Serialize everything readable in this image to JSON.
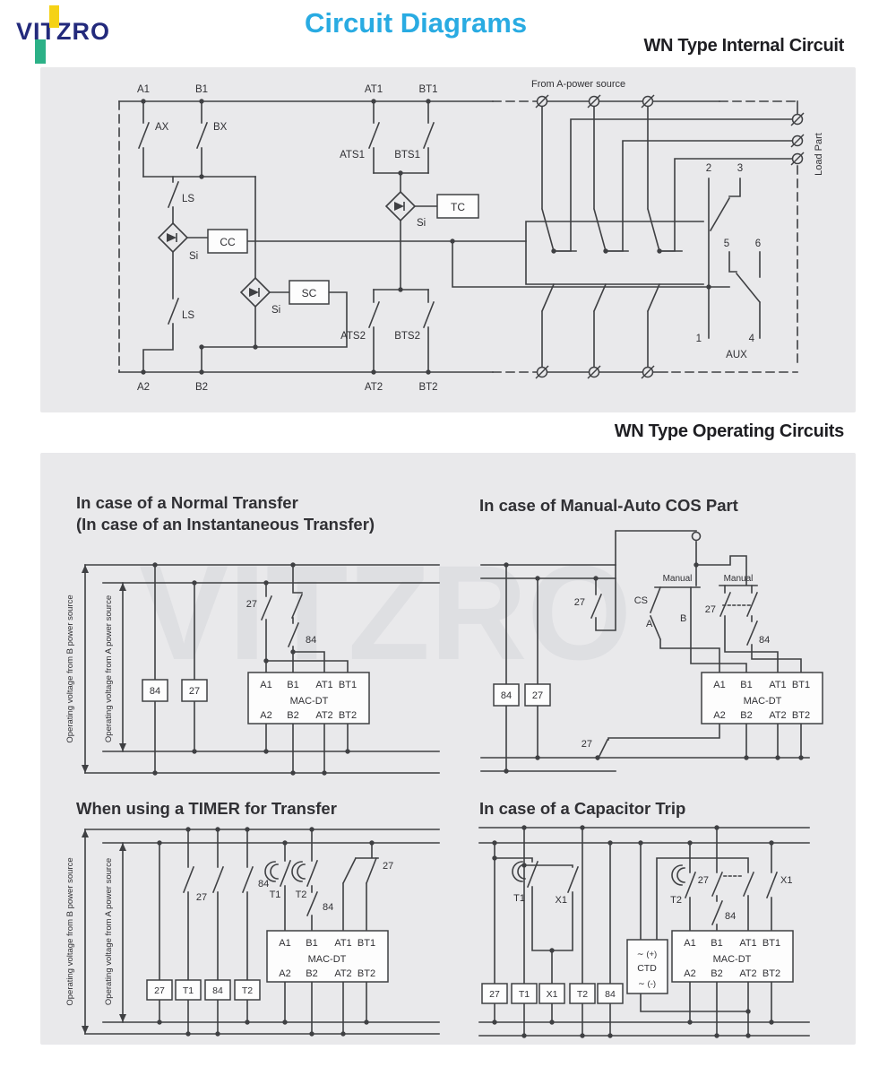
{
  "header": {
    "logo_text": "VITZRO",
    "page_title": "Circuit Diagrams",
    "internal_heading": "WN Type Internal Circuit",
    "operating_heading": "WN Type Operating Circuits"
  },
  "colors": {
    "accent_cyan": "#29abe2",
    "logo_navy": "#232a7c",
    "logo_yellow": "#f5d216",
    "logo_green": "#2cb187",
    "panel_gray": "#e9e9eb",
    "wire_dark": "#3f4043"
  },
  "internal": {
    "terminals_top": {
      "a1": "A1",
      "b1": "B1",
      "at1": "AT1",
      "bt1": "BT1"
    },
    "terminals_bottom": {
      "a2": "A2",
      "b2": "B2",
      "at2": "AT2",
      "bt2": "BT2"
    },
    "contacts": {
      "ax": "AX",
      "bx": "BX",
      "ls_upper": "LS",
      "ls_lower": "LS",
      "ats1": "ATS1",
      "bts1": "BTS1",
      "ats2": "ATS2",
      "bts2": "BTS2"
    },
    "boxes": {
      "cc": "CC",
      "sc": "SC",
      "tc": "TC"
    },
    "si": "Si",
    "from_a_label": "From A-power source",
    "load_part_label": "Load Part",
    "aux_label": "AUX",
    "aux_pins": {
      "p1": "1",
      "p2": "2",
      "p3": "3",
      "p4": "4",
      "p5": "5",
      "p6": "6"
    }
  },
  "macdt": {
    "name": "MAC-DT",
    "pins_top": [
      "A1",
      "B1",
      "AT1",
      "BT1"
    ],
    "pins_bottom": [
      "A2",
      "B2",
      "AT2",
      "BT2"
    ]
  },
  "oc": {
    "normal": {
      "title1": "In case of a Normal Transfer",
      "title2": "(In case of an Instantaneous Transfer)",
      "src_b": "Operating voltage from B power source",
      "src_a": "Operating voltage from A power source",
      "labels": {
        "c27": "27",
        "c84": "84",
        "box84": "84",
        "box27": "27"
      }
    },
    "manual": {
      "title": "In case of Manual-Auto COS Part",
      "labels": {
        "c27": "27",
        "cs": "CS",
        "a": "A",
        "b": "B",
        "manual1": "Manual",
        "manual2": "Manual",
        "m27": "27",
        "m84": "84",
        "box84": "84",
        "box27": "27",
        "b27": "27"
      }
    },
    "timer": {
      "title": "When using a TIMER for Transfer",
      "src_b": "Operating voltage from B power source",
      "src_a": "Operating voltage from A power source",
      "labels": {
        "c27": "27",
        "c84a": "84",
        "t1": "T1",
        "t2": "T2",
        "c84b": "84",
        "c27r": "27",
        "box27": "27",
        "boxT1": "T1",
        "box84": "84",
        "boxT2": "T2"
      }
    },
    "cap": {
      "title": "In case of a Capacitor Trip",
      "labels": {
        "t1": "T1",
        "x1": "X1",
        "t2": "T2",
        "c27": "27",
        "c84": "84",
        "x1r": "X1",
        "box27": "27",
        "boxT1": "T1",
        "boxX1": "X1",
        "boxT2": "T2",
        "box84": "84"
      },
      "ctd": {
        "plus": "∼ (+)",
        "name": "CTD",
        "minus": "∼ (-)"
      }
    }
  },
  "watermark": "VITZRO"
}
